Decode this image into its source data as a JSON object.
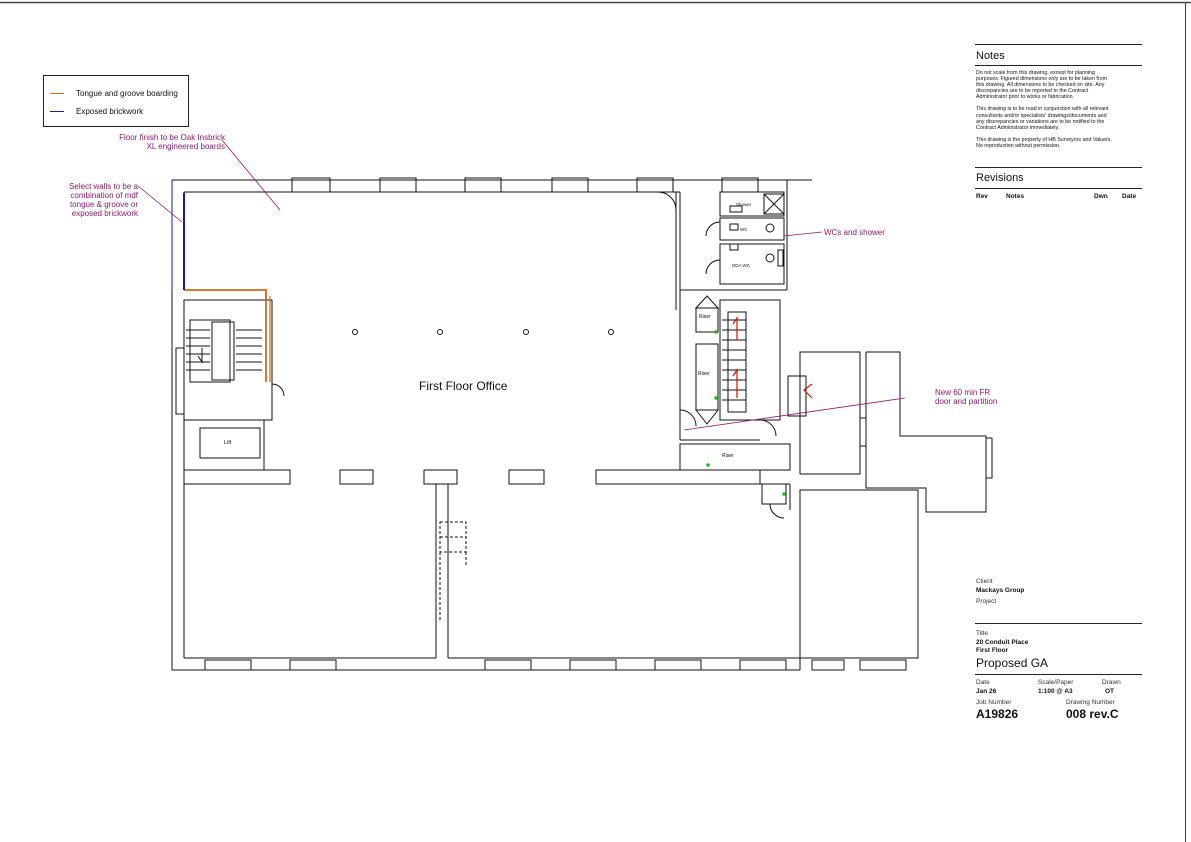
{
  "legend": {
    "items": [
      {
        "label": "Tongue and groove boarding",
        "color": "#d2691e"
      },
      {
        "label": "Exposed brickwork",
        "color": "#1a1aa8"
      }
    ]
  },
  "annotations": {
    "floor_finish": [
      "Floor finish to be  Oak Insbrick",
      "XL engineered boards"
    ],
    "select_walls": [
      "Select walls to be a",
      "combination of mdf",
      "tongue & groove or",
      "exposed brickwork"
    ],
    "wcs": "WCs and shower",
    "fr_door": [
      "New 60 min FR",
      "door and partition"
    ]
  },
  "rooms": {
    "main": "First Floor Office",
    "lift": "Lift",
    "shower": "Shower",
    "wc": "WC",
    "dda_wc": "DDA WC",
    "riser1": "Riser",
    "riser2": "Riser",
    "riser3": "Riser"
  },
  "notes": {
    "heading": "Notes",
    "paragraphs": [
      [
        "Do not scale from this drawing, except for planning",
        "purposes. Figured dimensions only are to be taken from",
        "this drawing. All dimensions to be checked on site. Any",
        "discrepancies are to be reported to the Contract",
        "Administrator prior to works or fabrication."
      ],
      [
        "This drawing is to be read in conjunction with all relevant",
        "consultants and/or specialists' drawings/documents and",
        "any discrepancies or variations are to be notified to the",
        "Contract Administrator immediately."
      ],
      [
        "This drawing is the property of HB Surveyors and Valuers.",
        "No reproduction without permission."
      ]
    ]
  },
  "revisions": {
    "heading": "Revisions",
    "columns": [
      "Rev",
      "Notes",
      "Dwn",
      "Date"
    ]
  },
  "titleblock": {
    "client_label": "Client",
    "client": "Mackays Group",
    "project_label": "Project",
    "title_label": "Title",
    "title_line1": "20 Conduit Place",
    "title_line2": "First Floor",
    "drawing_title": "Proposed GA",
    "date_label": "Date",
    "date": "Jan 26",
    "scale_label": "Scale/Paper",
    "scale": "1:100 @ A3",
    "drawn_label": "Drawn",
    "drawn": "OT",
    "job_label": "Job Number",
    "job": "A19826",
    "drawing_no_label": "Drawing Number",
    "drawing_no": "008 rev.C"
  },
  "colors": {
    "annotation": "#8b1a6b",
    "tongue_groove": "#d2691e",
    "brickwork": "#1a1aa8",
    "stair_arrow": "#d01010"
  }
}
